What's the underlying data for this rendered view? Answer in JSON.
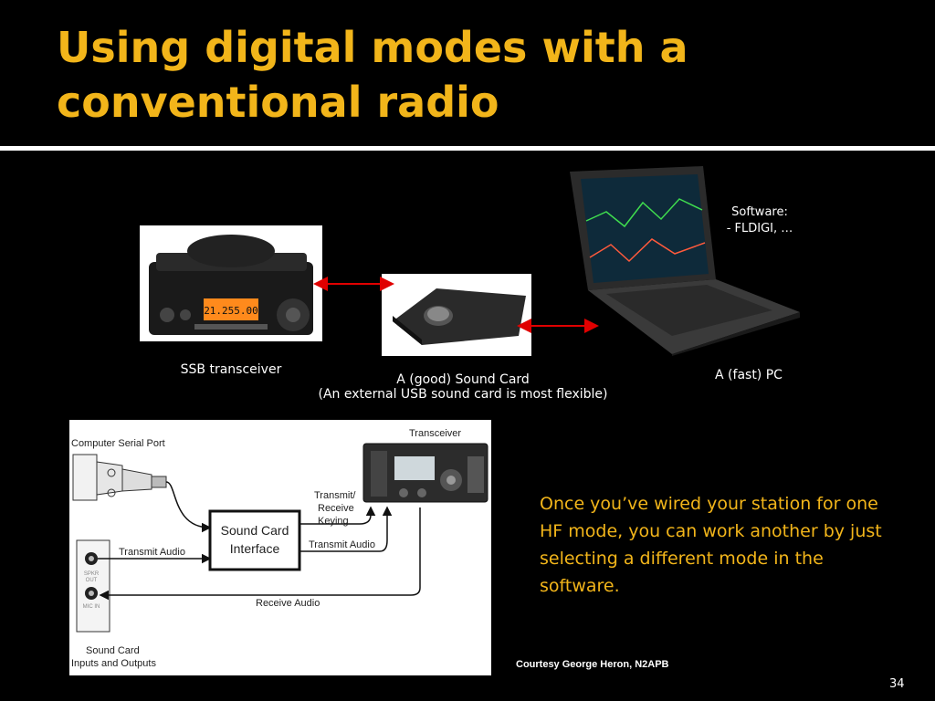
{
  "slide": {
    "title_line1": "Using digital modes with a",
    "title_line2": "conventional radio",
    "page_number": "34",
    "credit": "Courtesy George Heron, N2APB"
  },
  "equipment": {
    "transceiver_caption": "SSB transceiver",
    "soundcard_caption_1": "A (good) Sound Card",
    "soundcard_caption_2": "(An external USB sound card is most flexible)",
    "pc_caption": "A (fast) PC",
    "software_line1": "Software:",
    "software_line2": "- FLDIGI, …",
    "radio_display": "21.255.00"
  },
  "summary": "Once you’ve wired your station for one HF mode, you can work another by just selecting a different mode in the software.",
  "diagram": {
    "computer_serial_port": "Computer Serial Port",
    "transceiver": "Transceiver",
    "transmit_receive_1": "Transmit/",
    "transmit_receive_2": "Receive",
    "transmit_receive_3": "Keying",
    "sound_card_interface_1": "Sound Card",
    "sound_card_interface_2": "Interface",
    "transmit_audio_left": "Transmit Audio",
    "transmit_audio_right": "Transmit Audio",
    "receive_audio": "Receive Audio",
    "spkr_out_1": "SPKR",
    "spkr_out_2": "OUT",
    "mic_in": "MIC IN",
    "sound_card_io_1": "Sound Card",
    "sound_card_io_2": "Inputs and Outputs"
  },
  "colors": {
    "title": "#f2b51a",
    "summary": "#f2b51a",
    "arrow": "#e00000"
  }
}
